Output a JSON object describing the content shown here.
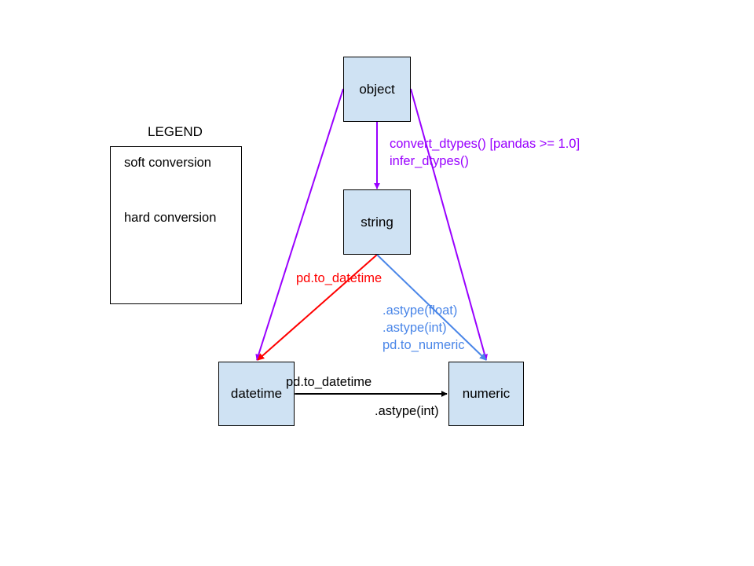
{
  "nodes": {
    "object": "object",
    "string": "string",
    "datetime": "datetime",
    "numeric": "numeric"
  },
  "edge_labels": {
    "object_string_1": "convert_dtypes() [pandas >= 1.0]",
    "object_string_2": "infer_dtypes()",
    "string_datetime": "pd.to_datetime",
    "string_numeric_1": ".astype(float)",
    "string_numeric_2": ".astype(int)",
    "string_numeric_3": "pd.to_numeric",
    "numeric_datetime": "pd.to_datetime",
    "datetime_numeric": ".astype(int)"
  },
  "legend": {
    "title": "LEGEND",
    "soft_label": "soft conversion",
    "hard_label": "hard conversion"
  },
  "colors": {
    "soft": "#9900ff",
    "hard_blue": "#4a86e8",
    "hard_red": "#ff0000",
    "hard_black": "#000000",
    "node_fill": "#cfe2f3"
  }
}
